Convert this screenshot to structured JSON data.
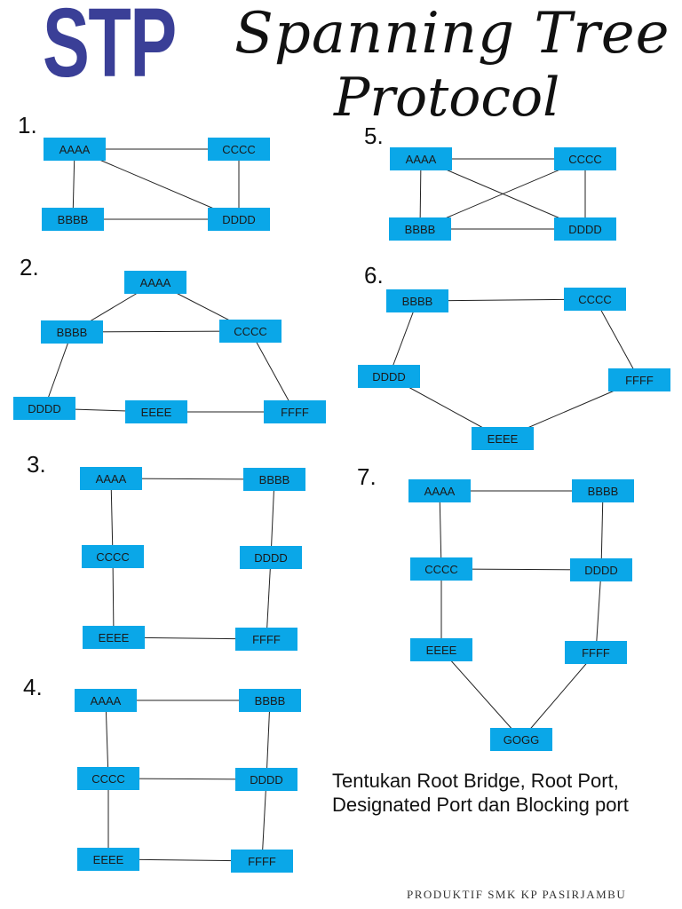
{
  "title": {
    "abbr": "STP",
    "line1": "Spanning Tree",
    "line2": "Protocol"
  },
  "colors": {
    "node_fill": "#0aa7e8",
    "link": "#222222",
    "abbr": "#3a3f97"
  },
  "diagrams": [
    {
      "number": "1.",
      "nodes": [
        "AAAA",
        "CCCC",
        "BBBB",
        "DDDD"
      ],
      "links": [
        [
          "AAAA",
          "CCCC"
        ],
        [
          "AAAA",
          "BBBB"
        ],
        [
          "AAAA",
          "DDDD"
        ],
        [
          "CCCC",
          "DDDD"
        ],
        [
          "BBBB",
          "DDDD"
        ]
      ]
    },
    {
      "number": "2.",
      "nodes": [
        "AAAA",
        "BBBB",
        "CCCC",
        "DDDD",
        "EEEE",
        "FFFF"
      ],
      "links": [
        [
          "AAAA",
          "BBBB"
        ],
        [
          "AAAA",
          "CCCC"
        ],
        [
          "BBBB",
          "CCCC"
        ],
        [
          "BBBB",
          "DDDD"
        ],
        [
          "CCCC",
          "FFFF"
        ],
        [
          "DDDD",
          "EEEE"
        ],
        [
          "EEEE",
          "FFFF"
        ]
      ]
    },
    {
      "number": "3.",
      "nodes": [
        "AAAA",
        "BBBB",
        "CCCC",
        "DDDD",
        "EEEE",
        "FFFF"
      ],
      "links": [
        [
          "AAAA",
          "BBBB"
        ],
        [
          "AAAA",
          "CCCC"
        ],
        [
          "BBBB",
          "DDDD"
        ],
        [
          "CCCC",
          "EEEE"
        ],
        [
          "DDDD",
          "FFFF"
        ],
        [
          "EEEE",
          "FFFF"
        ]
      ]
    },
    {
      "number": "4.",
      "nodes": [
        "AAAA",
        "BBBB",
        "CCCC",
        "DDDD",
        "EEEE",
        "FFFF"
      ],
      "links": [
        [
          "AAAA",
          "BBBB"
        ],
        [
          "AAAA",
          "CCCC"
        ],
        [
          "BBBB",
          "DDDD"
        ],
        [
          "CCCC",
          "DDDD"
        ],
        [
          "CCCC",
          "EEEE"
        ],
        [
          "DDDD",
          "FFFF"
        ],
        [
          "EEEE",
          "FFFF"
        ]
      ]
    },
    {
      "number": "5.",
      "nodes": [
        "AAAA",
        "CCCC",
        "BBBB",
        "DDDD"
      ],
      "links": [
        [
          "AAAA",
          "CCCC"
        ],
        [
          "AAAA",
          "BBBB"
        ],
        [
          "AAAA",
          "DDDD"
        ],
        [
          "CCCC",
          "BBBB"
        ],
        [
          "CCCC",
          "DDDD"
        ],
        [
          "BBBB",
          "DDDD"
        ]
      ]
    },
    {
      "number": "6.",
      "nodes": [
        "BBBB",
        "CCCC",
        "DDDD",
        "FFFF",
        "EEEE"
      ],
      "links": [
        [
          "BBBB",
          "CCCC"
        ],
        [
          "BBBB",
          "DDDD"
        ],
        [
          "CCCC",
          "FFFF"
        ],
        [
          "DDDD",
          "EEEE"
        ],
        [
          "FFFF",
          "EEEE"
        ]
      ]
    },
    {
      "number": "7.",
      "nodes": [
        "AAAA",
        "BBBB",
        "CCCC",
        "DDDD",
        "EEEE",
        "FFFF",
        "GOGG"
      ],
      "links": [
        [
          "AAAA",
          "BBBB"
        ],
        [
          "AAAA",
          "CCCC"
        ],
        [
          "BBBB",
          "DDDD"
        ],
        [
          "CCCC",
          "DDDD"
        ],
        [
          "CCCC",
          "EEEE"
        ],
        [
          "DDDD",
          "FFFF"
        ],
        [
          "EEEE",
          "GOGG"
        ],
        [
          "FFFF",
          "GOGG"
        ]
      ]
    }
  ],
  "task": {
    "line1": "Tentukan Root Bridge, Root Port,",
    "line2": "Designated Port dan Blocking port"
  },
  "footer": "PRODUKTIF SMK KP PASIRJAMBU"
}
